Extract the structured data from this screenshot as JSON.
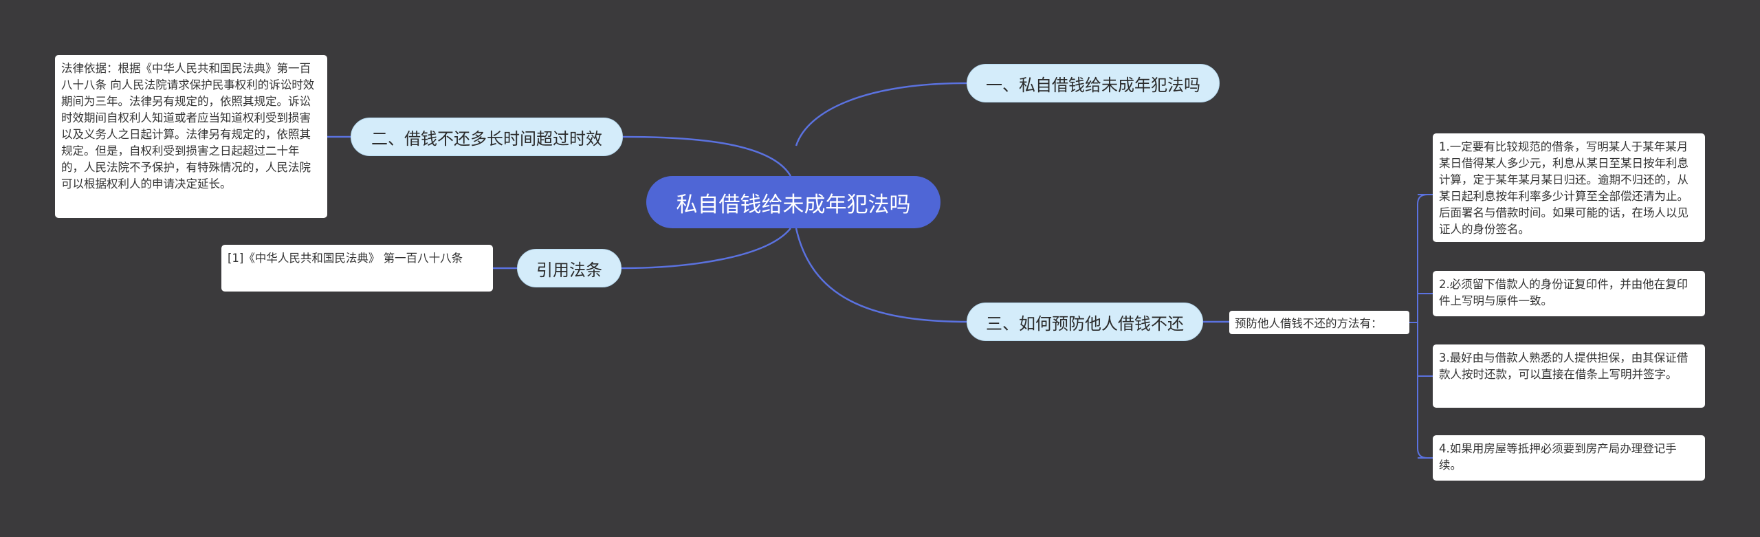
{
  "root": {
    "title": "私自借钱给未成年犯法吗"
  },
  "branches": [
    {
      "label": "一、私自借钱给未成年犯法吗"
    },
    {
      "label": "二、借钱不还多长时间超过时效"
    },
    {
      "label": "引用法条"
    },
    {
      "label": "三、如何预防他人借钱不还"
    }
  ],
  "leaves": {
    "limitation_text": "法律依据：根据《中华人民共和国民法典》第一百八十八条 向人民法院请求保护民事权利的诉讼时效期间为三年。法律另有规定的，依照其规定。诉讼时效期间自权利人知道或者应当知道权利受到损害以及义务人之日起计算。法律另有规定的，依照其规定。但是，自权利受到损害之日起超过二十年的，人民法院不予保护，有特殊情况的，人民法院可以根据权利人的申请决定延长。",
    "citation_text": "[1]《中华人民共和国民法典》 第一百八十八条",
    "prevention_intro": "预防他人借钱不还的方法有：",
    "prevention_items": [
      "1.一定要有比较规范的借条，写明某人于某年某月某日借得某人多少元，利息从某日至某日按年利息计算，定于某年某月某日归还。逾期不归还的，从某日起利息按年利率多少计算至全部偿还清为止。后面署名与借款时间。如果可能的话，在场人以见证人的身份签名。",
      "2.必须留下借款人的身份证复印件，并由他在复印件上写明与原件一致。",
      "3.最好由与借款人熟悉的人提供担保，由其保证借款人按时还款，可以直接在借条上写明并签字。",
      "4.如果用房屋等抵押必须要到房产局办理登记手续。"
    ]
  },
  "colors": {
    "background": "#3b3a3c",
    "root_fill": "#4f66d6",
    "branch_fill": "#d4ecfa",
    "connector": "#5b72e0",
    "leaf_fill": "#ffffff"
  }
}
